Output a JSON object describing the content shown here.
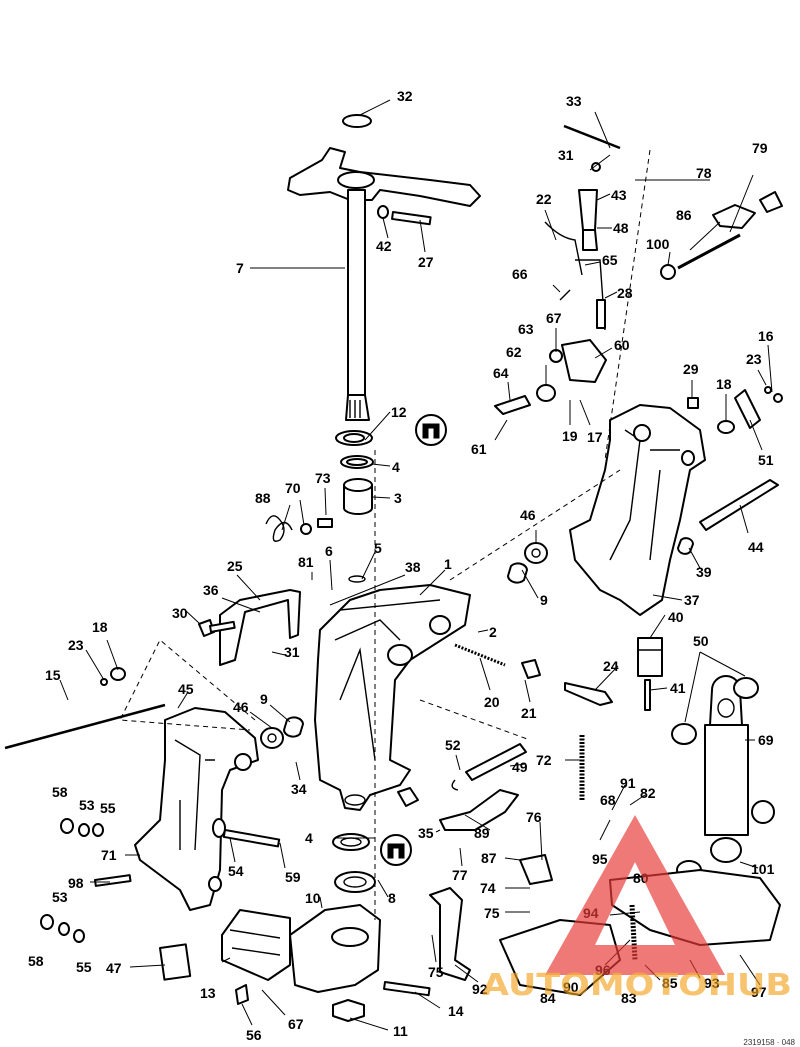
{
  "labels": [
    {
      "id": "32",
      "t": "32"
    },
    {
      "id": "33",
      "t": "33"
    },
    {
      "id": "31a",
      "t": "31"
    },
    {
      "id": "79",
      "t": "79"
    },
    {
      "id": "78",
      "t": "78"
    },
    {
      "id": "43",
      "t": "43"
    },
    {
      "id": "22",
      "t": "22"
    },
    {
      "id": "48",
      "t": "48"
    },
    {
      "id": "86",
      "t": "86"
    },
    {
      "id": "100",
      "t": "100"
    },
    {
      "id": "42",
      "t": "42"
    },
    {
      "id": "27",
      "t": "27"
    },
    {
      "id": "7",
      "t": "7"
    },
    {
      "id": "66",
      "t": "66"
    },
    {
      "id": "65",
      "t": "65"
    },
    {
      "id": "28",
      "t": "28"
    },
    {
      "id": "67a",
      "t": "67"
    },
    {
      "id": "63",
      "t": "63"
    },
    {
      "id": "60",
      "t": "60"
    },
    {
      "id": "16",
      "t": "16"
    },
    {
      "id": "23a",
      "t": "23"
    },
    {
      "id": "62",
      "t": "62"
    },
    {
      "id": "64",
      "t": "64"
    },
    {
      "id": "29",
      "t": "29"
    },
    {
      "id": "18a",
      "t": "18"
    },
    {
      "id": "12",
      "t": "12"
    },
    {
      "id": "19",
      "t": "19"
    },
    {
      "id": "17",
      "t": "17"
    },
    {
      "id": "61",
      "t": "61"
    },
    {
      "id": "51",
      "t": "51"
    },
    {
      "id": "4a",
      "t": "4"
    },
    {
      "id": "3",
      "t": "3"
    },
    {
      "id": "88",
      "t": "88"
    },
    {
      "id": "70",
      "t": "70"
    },
    {
      "id": "73",
      "t": "73"
    },
    {
      "id": "46a",
      "t": "46"
    },
    {
      "id": "44",
      "t": "44"
    },
    {
      "id": "6",
      "t": "6"
    },
    {
      "id": "5",
      "t": "5"
    },
    {
      "id": "81",
      "t": "81"
    },
    {
      "id": "39",
      "t": "39"
    },
    {
      "id": "25",
      "t": "25"
    },
    {
      "id": "38",
      "t": "38"
    },
    {
      "id": "1",
      "t": "1"
    },
    {
      "id": "9a",
      "t": "9"
    },
    {
      "id": "37",
      "t": "37"
    },
    {
      "id": "36",
      "t": "36"
    },
    {
      "id": "30",
      "t": "30"
    },
    {
      "id": "40",
      "t": "40"
    },
    {
      "id": "2",
      "t": "2"
    },
    {
      "id": "18b",
      "t": "18"
    },
    {
      "id": "50",
      "t": "50"
    },
    {
      "id": "23b",
      "t": "23"
    },
    {
      "id": "31b",
      "t": "31"
    },
    {
      "id": "24",
      "t": "24"
    },
    {
      "id": "15",
      "t": "15"
    },
    {
      "id": "20",
      "t": "20"
    },
    {
      "id": "41",
      "t": "41"
    },
    {
      "id": "45",
      "t": "45"
    },
    {
      "id": "21",
      "t": "21"
    },
    {
      "id": "9b",
      "t": "9"
    },
    {
      "id": "46b",
      "t": "46"
    },
    {
      "id": "69",
      "t": "69"
    },
    {
      "id": "52",
      "t": "52"
    },
    {
      "id": "34",
      "t": "34"
    },
    {
      "id": "72",
      "t": "72"
    },
    {
      "id": "49",
      "t": "49"
    },
    {
      "id": "58a",
      "t": "58"
    },
    {
      "id": "53a",
      "t": "53"
    },
    {
      "id": "55a",
      "t": "55"
    },
    {
      "id": "91",
      "t": "91"
    },
    {
      "id": "68",
      "t": "68"
    },
    {
      "id": "82",
      "t": "82"
    },
    {
      "id": "35",
      "t": "35"
    },
    {
      "id": "89",
      "t": "89"
    },
    {
      "id": "76",
      "t": "76"
    },
    {
      "id": "4b",
      "t": "4"
    },
    {
      "id": "71",
      "t": "71"
    },
    {
      "id": "54",
      "t": "54"
    },
    {
      "id": "87",
      "t": "87"
    },
    {
      "id": "95",
      "t": "95"
    },
    {
      "id": "101",
      "t": "101"
    },
    {
      "id": "59",
      "t": "59"
    },
    {
      "id": "77",
      "t": "77"
    },
    {
      "id": "98",
      "t": "98"
    },
    {
      "id": "74",
      "t": "74"
    },
    {
      "id": "80",
      "t": "80"
    },
    {
      "id": "10",
      "t": "10"
    },
    {
      "id": "8",
      "t": "8"
    },
    {
      "id": "53b",
      "t": "53"
    },
    {
      "id": "75a",
      "t": "75"
    },
    {
      "id": "94",
      "t": "94"
    },
    {
      "id": "58b",
      "t": "58"
    },
    {
      "id": "55b",
      "t": "55"
    },
    {
      "id": "47",
      "t": "47"
    },
    {
      "id": "13",
      "t": "13"
    },
    {
      "id": "75b",
      "t": "75"
    },
    {
      "id": "96",
      "t": "96"
    },
    {
      "id": "85",
      "t": "85"
    },
    {
      "id": "93",
      "t": "93"
    },
    {
      "id": "92",
      "t": "92"
    },
    {
      "id": "90",
      "t": "90"
    },
    {
      "id": "84",
      "t": "84"
    },
    {
      "id": "83",
      "t": "83"
    },
    {
      "id": "97",
      "t": "97"
    },
    {
      "id": "14",
      "t": "14"
    },
    {
      "id": "56",
      "t": "56"
    },
    {
      "id": "67b",
      "t": "67"
    },
    {
      "id": "11",
      "t": "11"
    }
  ],
  "watermark": {
    "brand": "AUTOMOTOHUB",
    "color_red": "#e63b36",
    "color_orange": "#f4a21d"
  },
  "footer_code": "2319158 · 048"
}
